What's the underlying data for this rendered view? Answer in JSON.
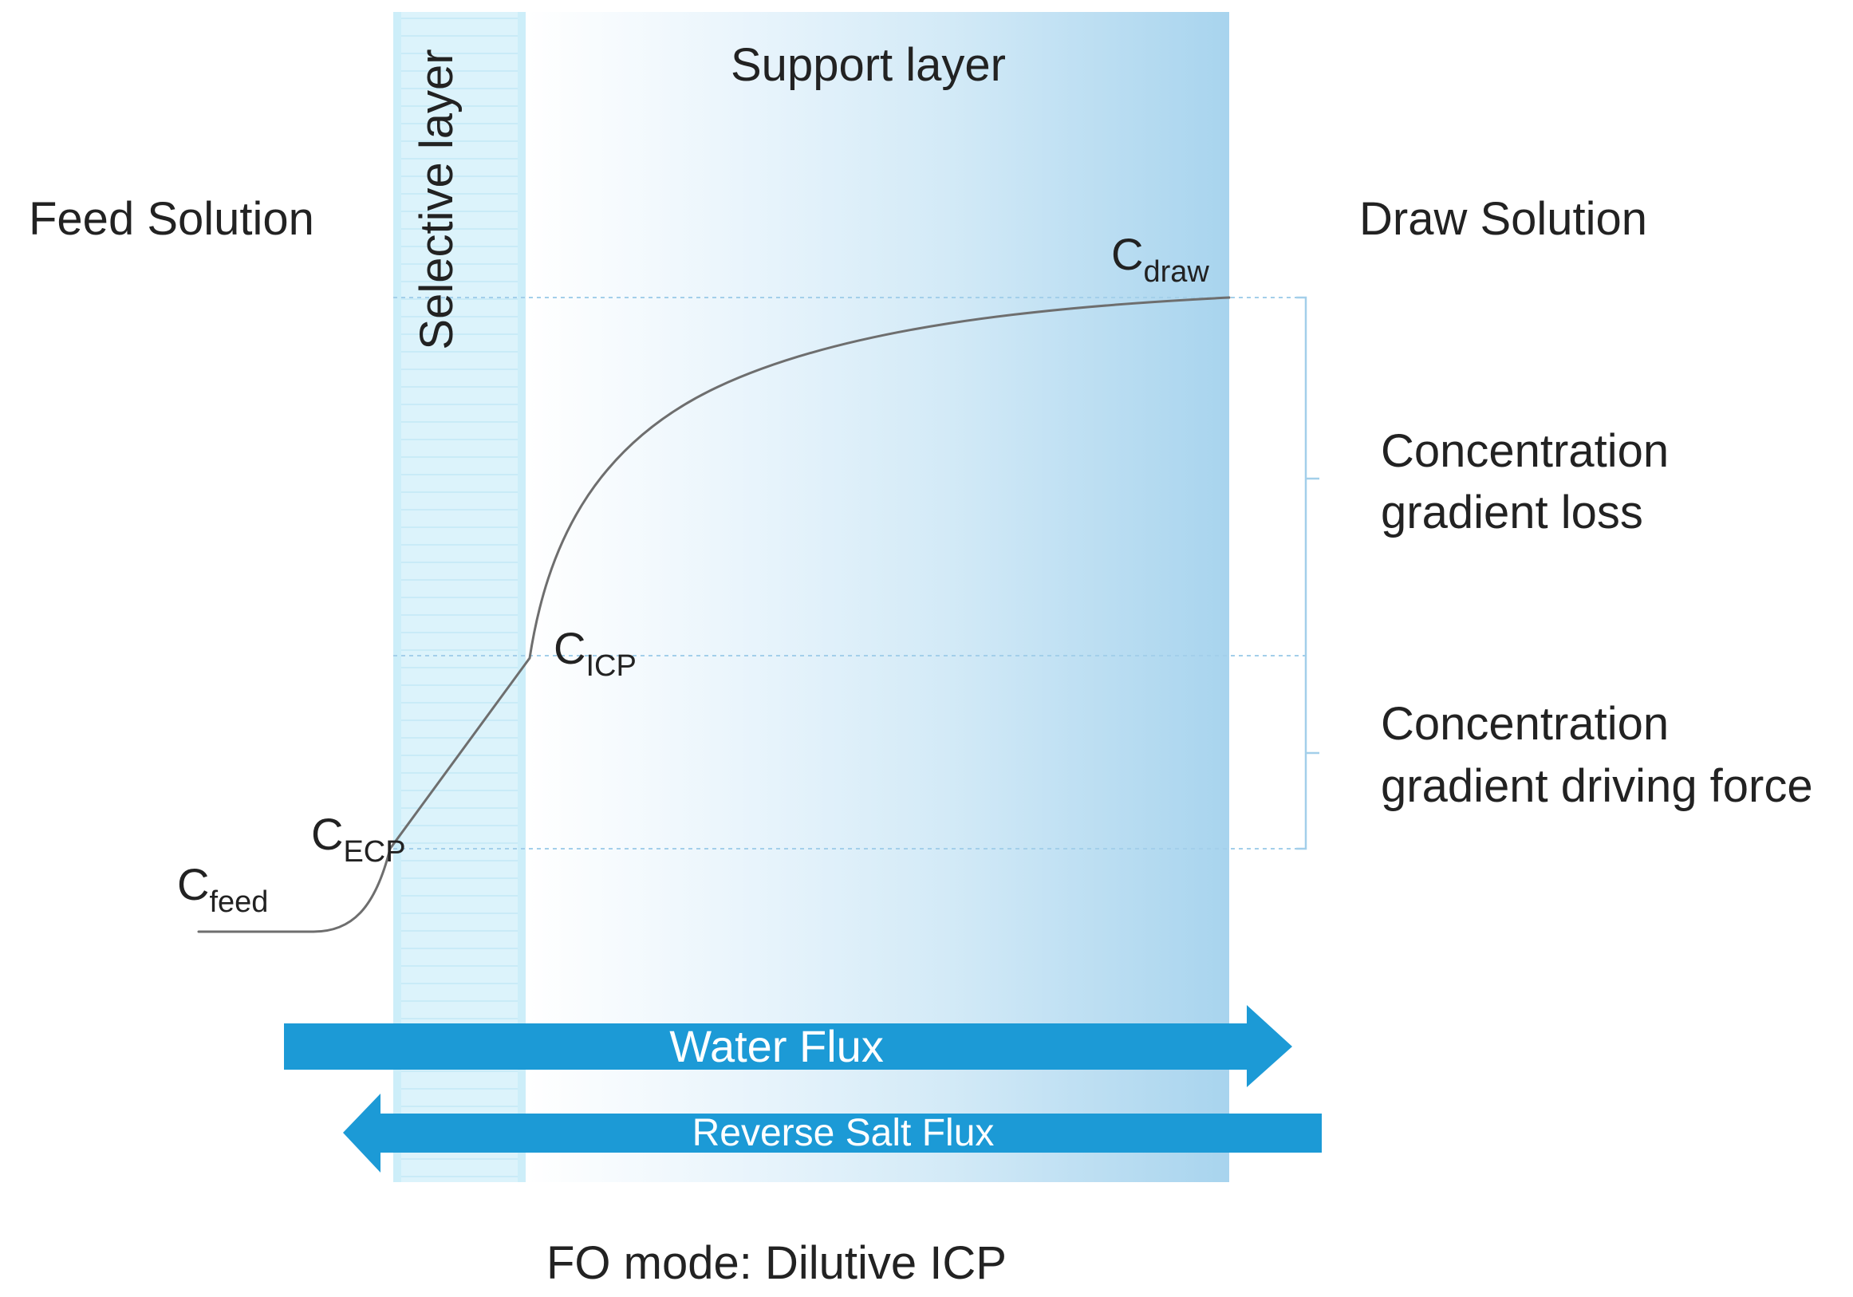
{
  "solutions": {
    "feed": "Feed Solution",
    "draw": "Draw Solution"
  },
  "layers": {
    "selective": "Selective layer",
    "support": "Support layer"
  },
  "concentrations": {
    "feed": {
      "symbol": "C",
      "subscript": "feed"
    },
    "ecp": {
      "symbol": "C",
      "subscript": "ECP"
    },
    "icp": {
      "symbol": "C",
      "subscript": "ICP"
    },
    "draw": {
      "symbol": "C",
      "subscript": "draw"
    }
  },
  "gradients": {
    "loss": {
      "line1": "Concentration",
      "line2": "gradient loss"
    },
    "driving_force": {
      "line1": "Concentration",
      "line2": "gradient driving force"
    }
  },
  "fluxes": {
    "water": "Water Flux",
    "reverse_salt": "Reverse Salt Flux"
  },
  "caption": "FO mode: Dilutive ICP",
  "colors": {
    "flux_arrows": "#1c9ad6",
    "selective_layer": "#dcf3fb",
    "support_layer": "#a8d4ee",
    "guide_lines": "#a3cfea",
    "profile_curve": "#6e6e6e",
    "text": "#222222"
  }
}
